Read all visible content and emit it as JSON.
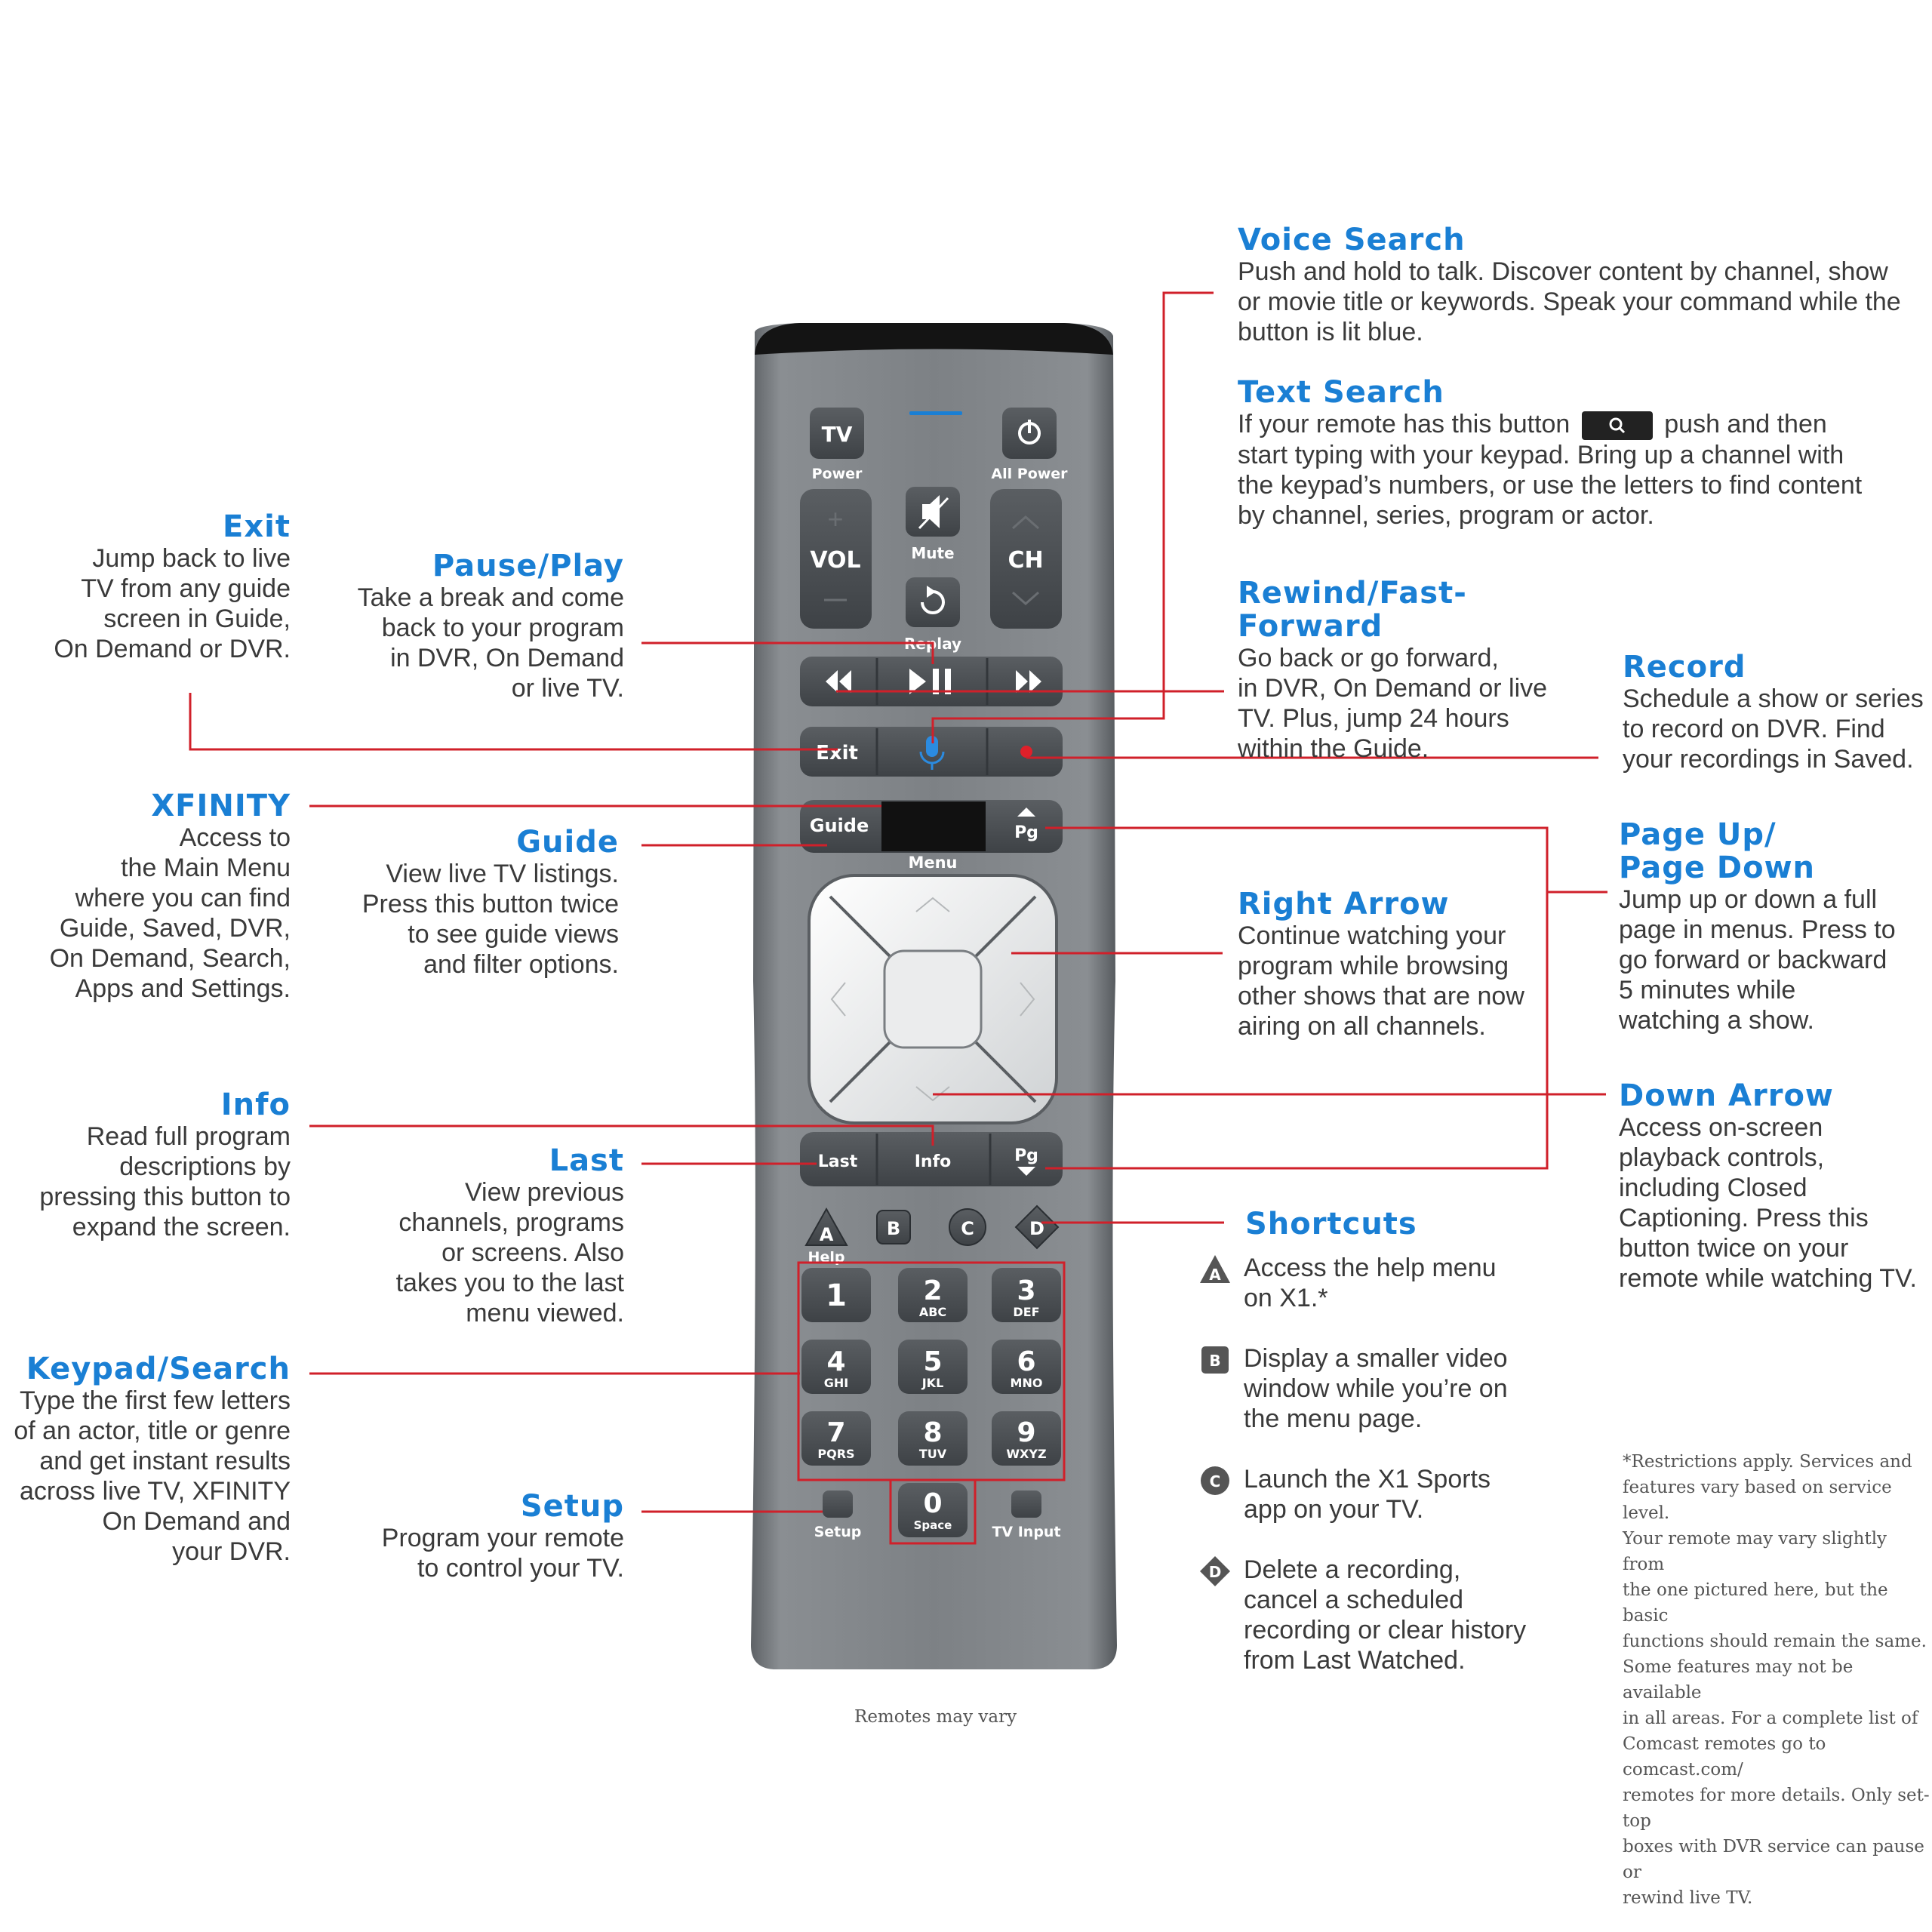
{
  "colors": {
    "accent": "#1a7fd4",
    "connector": "#d0202a",
    "remote_body": "#7b7f83",
    "button": "#4a4e52"
  },
  "annotations": {
    "voice_search": {
      "title": "Voice Search",
      "lines": [
        "Push and hold to talk. Discover content by channel, show",
        "or movie title or keywords. Speak your command while the",
        "button is lit blue."
      ]
    },
    "text_search": {
      "title": "Text Search",
      "line1a": "If your remote has this button",
      "line1b": "push and then",
      "lines": [
        "start typing with your keypad. Bring up a channel with",
        "the keypad’s numbers, or use the letters to find content",
        "by channel, series, program or actor."
      ]
    },
    "rewind": {
      "title": "Rewind/Fast-Forward",
      "lines": [
        "Go back or go forward,",
        "in DVR, On Demand or live",
        "TV. Plus, jump 24 hours",
        "within the Guide."
      ]
    },
    "record": {
      "title": "Record",
      "lines": [
        "Schedule a show or series",
        "to record on DVR. Find",
        "your recordings in Saved."
      ]
    },
    "page": {
      "title1": "Page Up/",
      "title2": "Page Down",
      "lines": [
        "Jump up or down a full",
        "page in menus. Press to",
        "go forward or backward",
        "5 minutes while",
        "watching a show."
      ]
    },
    "right_arrow": {
      "title": "Right Arrow",
      "lines": [
        "Continue watching your",
        "program while browsing",
        "other shows that are now",
        "airing on all channels."
      ]
    },
    "down_arrow": {
      "title": "Down Arrow",
      "lines": [
        "Access on-screen",
        "playback controls,",
        "including Closed",
        "Captioning. Press this",
        "button twice on your",
        "remote while watching TV."
      ]
    },
    "exit": {
      "title": "Exit",
      "lines": [
        "Jump back to live",
        "TV from any guide",
        "screen in Guide,",
        "On Demand or DVR."
      ]
    },
    "pause_play": {
      "title": "Pause/Play",
      "lines": [
        "Take a break and come",
        "back to your program",
        "in DVR, On Demand",
        "or live TV."
      ]
    },
    "xfinity": {
      "title": "XFINITY",
      "lines": [
        "Access to",
        "the Main Menu",
        "where you can find",
        "Guide, Saved, DVR,",
        "On Demand, Search,",
        "Apps and Settings."
      ]
    },
    "guide": {
      "title": "Guide",
      "lines": [
        "View live TV listings.",
        "Press this button twice",
        "to see guide views",
        "and filter options."
      ]
    },
    "info": {
      "title": "Info",
      "lines": [
        "Read full program",
        "descriptions by",
        "pressing this button to",
        "expand the screen."
      ]
    },
    "last": {
      "title": "Last",
      "lines": [
        "View previous",
        "channels, programs",
        "or screens. Also",
        "takes you to the last",
        "menu viewed."
      ]
    },
    "keypad": {
      "title": "Keypad/Search",
      "lines": [
        "Type the first few letters",
        "of an actor, title or genre",
        "and get instant results",
        "across live TV, XFINITY",
        "On Demand and",
        "your DVR."
      ]
    },
    "setup": {
      "title": "Setup",
      "lines": [
        "Program your remote",
        "to control your TV."
      ]
    }
  },
  "shortcuts": {
    "title": "Shortcuts",
    "items": [
      {
        "badge": "A",
        "lines": [
          "Access the help menu",
          "on X1.*"
        ]
      },
      {
        "badge": "B",
        "lines": [
          "Display a smaller video",
          "window while you’re on",
          "the menu page."
        ]
      },
      {
        "badge": "C",
        "lines": [
          "Launch the X1 Sports",
          "app on your TV."
        ]
      },
      {
        "badge": "D",
        "lines": [
          "Delete a recording,",
          "cancel a scheduled",
          "recording or clear history",
          "from Last Watched."
        ]
      }
    ]
  },
  "footnote": [
    "*Restrictions apply. Services and",
    "features vary based on service level.",
    "Your remote may vary slightly from",
    "the one pictured here, but the basic",
    "functions should remain the same.",
    "Some features may not be available",
    "in all areas. For a complete list of",
    "Comcast remotes go to comcast.com/",
    "remotes for more details. Only set-top",
    "boxes with DVR service can pause or",
    "rewind live TV."
  ],
  "caption": "Remotes may vary",
  "remote": {
    "tv": "TV",
    "power": "Power",
    "all_power": "All Power",
    "vol": "VOL",
    "mute": "Mute",
    "ch": "CH",
    "replay": "Replay",
    "exit": "Exit",
    "guide": "Guide",
    "pg": "Pg",
    "menu": "Menu",
    "last": "Last",
    "info": "Info",
    "help": "Help",
    "a": "A",
    "b": "B",
    "c": "C",
    "d": "D",
    "keys": [
      {
        "n": "1",
        "l": ""
      },
      {
        "n": "2",
        "l": "ABC"
      },
      {
        "n": "3",
        "l": "DEF"
      },
      {
        "n": "4",
        "l": "GHI"
      },
      {
        "n": "5",
        "l": "JKL"
      },
      {
        "n": "6",
        "l": "MNO"
      },
      {
        "n": "7",
        "l": "PQRS"
      },
      {
        "n": "8",
        "l": "TUV"
      },
      {
        "n": "9",
        "l": "WXYZ"
      }
    ],
    "zero": "0",
    "space": "Space",
    "setup": "Setup",
    "tv_input": "TV Input"
  }
}
